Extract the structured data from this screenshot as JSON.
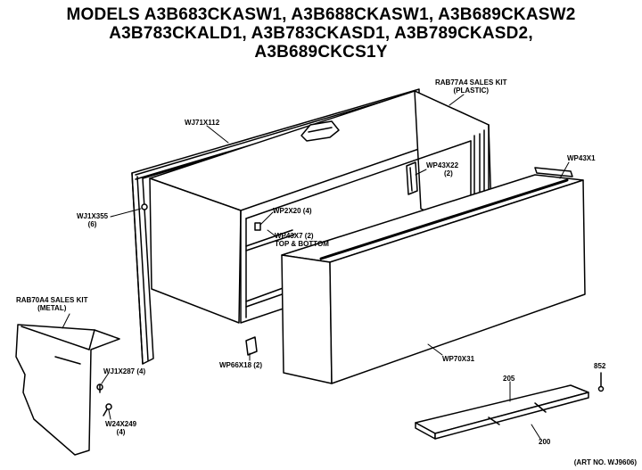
{
  "title": {
    "line1": "MODELS A3B683CKASW1, A3B688CKASW1, A3B689CKASW2",
    "line2": "A3B783CKALD1, A3B783CKASD1, A3B789CKASD2,",
    "line3": "A3B689CKCS1Y"
  },
  "labels": {
    "rab77a4": [
      "RAB77A4 SALES KIT",
      "(PLASTIC)"
    ],
    "wj71x112": "WJ71X112",
    "wp43x22": [
      "WP43X22",
      "(2)"
    ],
    "wp43x1": "WP43X1",
    "wj1x355": [
      "WJ1X355",
      "(6)"
    ],
    "wp2x20": "WP2X20 (4)",
    "wp43x7": [
      "WP43X7 (2)",
      "TOP & BOTTOM"
    ],
    "rab70a4": [
      "RAB70A4 SALES KIT",
      "(METAL)"
    ],
    "wp66x18": "WP66X18 (2)",
    "wp70x31": "WP70X31",
    "wj1x287": "WJ1X287 (4)",
    "w24x249": [
      "W24X249",
      "(4)"
    ],
    "p852": "852",
    "p205": "205",
    "p200": "200",
    "art_no": "(ART NO. WJ9606)"
  }
}
